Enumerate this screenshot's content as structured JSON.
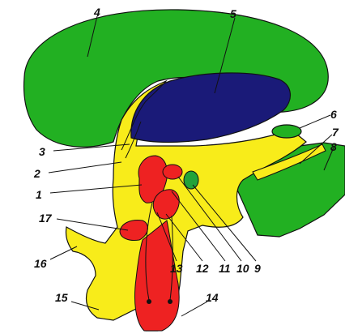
{
  "colors": {
    "cerebrum_green": "#22b022",
    "ventricle_blue": "#1a1a78",
    "diencephalon_yellow": "#f8ec1a",
    "nucleus_red": "#ee2222",
    "small_nucleus_green": "#23a33a",
    "outline": "#111111"
  },
  "labels": [
    {
      "id": "label-1",
      "text": "1"
    },
    {
      "id": "label-2",
      "text": "2"
    },
    {
      "id": "label-3",
      "text": "3"
    },
    {
      "id": "label-4",
      "text": "4"
    },
    {
      "id": "label-5",
      "text": "5"
    },
    {
      "id": "label-6",
      "text": "6"
    },
    {
      "id": "label-7",
      "text": "7"
    },
    {
      "id": "label-8",
      "text": "8"
    },
    {
      "id": "label-9",
      "text": "9"
    },
    {
      "id": "label-10",
      "text": "10"
    },
    {
      "id": "label-11",
      "text": "11"
    },
    {
      "id": "label-12",
      "text": "12"
    },
    {
      "id": "label-13",
      "text": "13"
    },
    {
      "id": "label-14",
      "text": "14"
    },
    {
      "id": "label-15",
      "text": "15"
    },
    {
      "id": "label-16",
      "text": "16"
    },
    {
      "id": "label-17",
      "text": "17"
    }
  ]
}
